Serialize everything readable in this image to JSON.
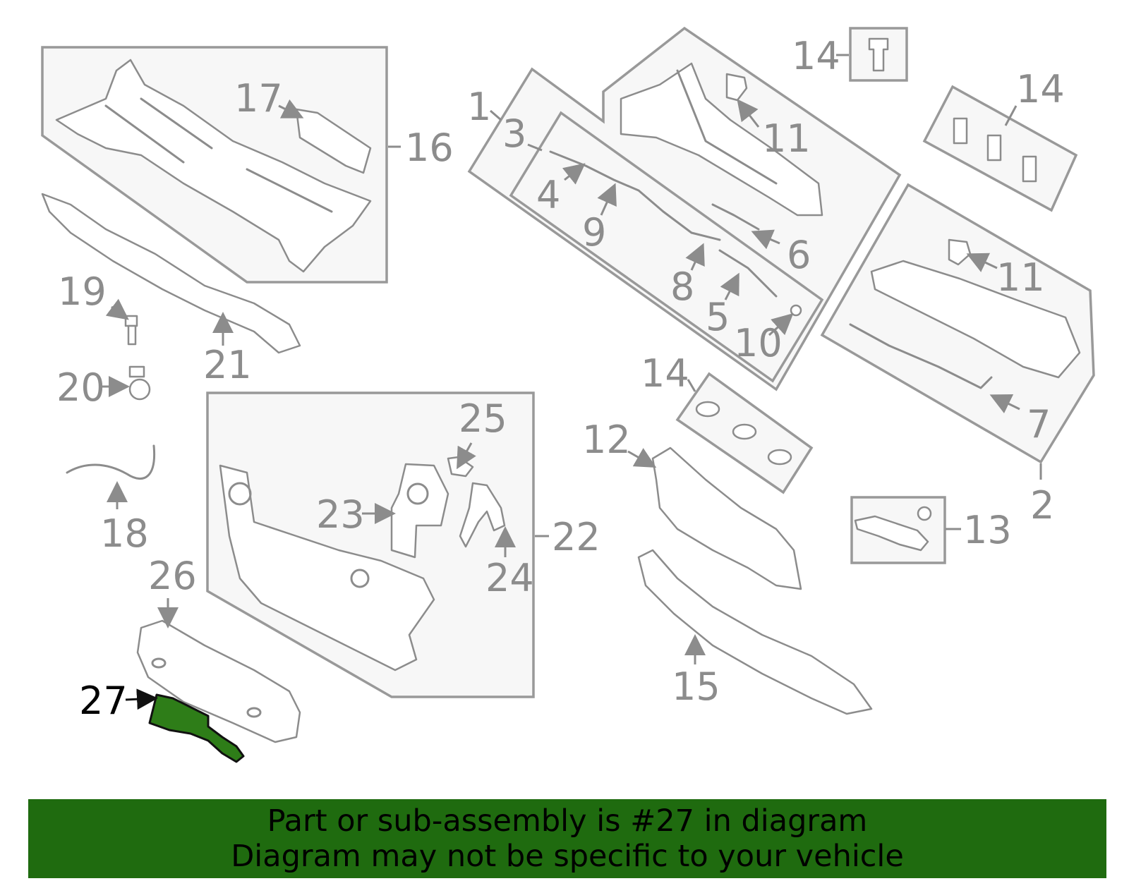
{
  "diagram": {
    "highlight_color": "#2e7d18",
    "banner_color": "#1f6b0f",
    "callouts": {
      "c1": "1",
      "c2": "2",
      "c3": "3",
      "c4": "4",
      "c5": "5",
      "c6": "6",
      "c7": "7",
      "c8": "8",
      "c9": "9",
      "c10": "10",
      "c11a": "11",
      "c11b": "11",
      "c12": "12",
      "c13": "13",
      "c14a": "14",
      "c14b": "14",
      "c14c": "14",
      "c15": "15",
      "c16": "16",
      "c17": "17",
      "c18": "18",
      "c19": "19",
      "c20": "20",
      "c21": "21",
      "c22": "22",
      "c23": "23",
      "c24": "24",
      "c25": "25",
      "c26": "26",
      "c27": "27"
    },
    "highlighted_part": "27"
  },
  "footer": {
    "line1": "Part or sub-assembly is #27 in diagram",
    "line2": "Diagram may not be specific to your vehicle"
  }
}
